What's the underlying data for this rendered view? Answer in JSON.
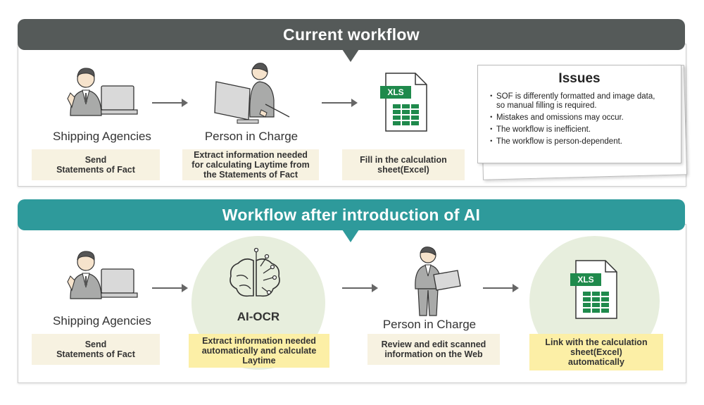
{
  "current": {
    "title": "Current workflow",
    "banner_color": "#555a59",
    "agencies_label": "Shipping Agencies",
    "agencies_step": "Send\nStatements of Fact",
    "person_label": "Person in Charge",
    "person_step": "Extract information needed\nfor calculating Laytime from\nthe Statements of Fact",
    "excel_badge": "XLS",
    "excel_step": "Fill in the calculation\nsheet(Excel)",
    "issues": {
      "title": "Issues",
      "items": [
        "SOF is differently formatted and image data, so manual filling is required.",
        "Mistakes and omissions may occur.",
        "The workflow is inefficient.",
        "The workflow is person-dependent."
      ]
    }
  },
  "after": {
    "title": "Workflow after introduction of AI",
    "banner_color": "#2e9a9b",
    "agencies_label": "Shipping Agencies",
    "agencies_step": "Send\nStatements of Fact",
    "ai_label": "AI-OCR",
    "ai_step": "Extract information needed\nautomatically and calculate\nLaytime",
    "person_label": "Person in Charge",
    "person_step": "Review and edit scanned\ninformation on the Web",
    "excel_badge": "XLS",
    "excel_step": "Link with the calculation\nsheet(Excel)\nautomatically"
  },
  "colors": {
    "beige_box": "#f7f2e1",
    "yellow_box": "#fcefa6",
    "circle": "#e7eedd",
    "excel_green": "#1f8a4c"
  },
  "icons": [
    "businessman-laptop-icon",
    "person-monitor-icon",
    "xls-file-icon",
    "ai-brain-icon",
    "businessman-tablet-icon",
    "arrow-right-icon"
  ]
}
